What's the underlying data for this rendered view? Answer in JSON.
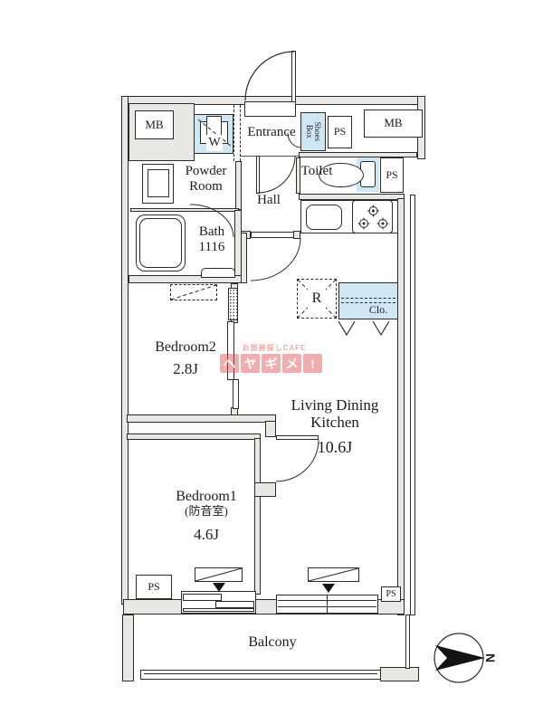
{
  "colors": {
    "wall_fill": "#e8e8e5",
    "line": "#2b2b2b",
    "wet_area": "#cfe7f3",
    "watermark_red": "#e15252"
  },
  "rooms": {
    "entrance": "Entrance",
    "hall": "Hall",
    "powder_room": [
      "Powder",
      "Room"
    ],
    "toilet": "Toilet",
    "bath": {
      "name": "Bath",
      "size": "1116"
    },
    "bedroom2": {
      "name": "Bedroom2",
      "size": "2.8J"
    },
    "bedroom1": {
      "name": "Bedroom1",
      "note": "(防音室)",
      "size": "4.6J"
    },
    "ldk": {
      "line1": "Living Dining",
      "line2": "Kitchen",
      "size": "10.6J"
    },
    "balcony": "Balcony"
  },
  "fixtures": {
    "washer": "W",
    "fridge": "R",
    "closet": "Clo.",
    "shoes_box": [
      "Shoes",
      "Box"
    ]
  },
  "utility": {
    "mb": "MB",
    "ps": "PS"
  },
  "compass": {
    "north": "N"
  },
  "watermark": {
    "tagline": "お部屋探しCAFE",
    "tiles": [
      "ヘ",
      "ヤ",
      "ギ",
      "メ",
      "!"
    ]
  }
}
